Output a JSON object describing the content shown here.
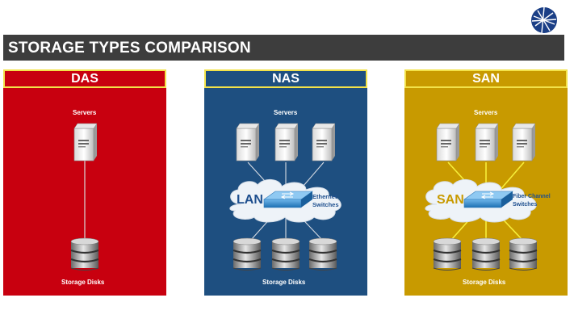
{
  "title": "STORAGE TYPES COMPARISON",
  "icons": {
    "logo": "globe-network-logo"
  },
  "colors": {
    "das": "#c8000f",
    "nas": "#1e4f80",
    "san": "#c89a00",
    "title_bar": "#3d3d3d",
    "header_border": "#f2e24a"
  },
  "panels": {
    "das": {
      "title": "DAS",
      "servers_label": "Servers",
      "disks_label": "Storage Disks"
    },
    "nas": {
      "title": "NAS",
      "servers_label": "Servers",
      "disks_label": "Storage Disks",
      "network_label": "LAN",
      "switch_label_1": "Ethernet",
      "switch_label_2": "Switches"
    },
    "san": {
      "title": "SAN",
      "servers_label": "Servers",
      "disks_label": "Storage Disks",
      "network_label": "SAN",
      "switch_label_1": "Fiber Channel",
      "switch_label_2": "Switches"
    }
  }
}
